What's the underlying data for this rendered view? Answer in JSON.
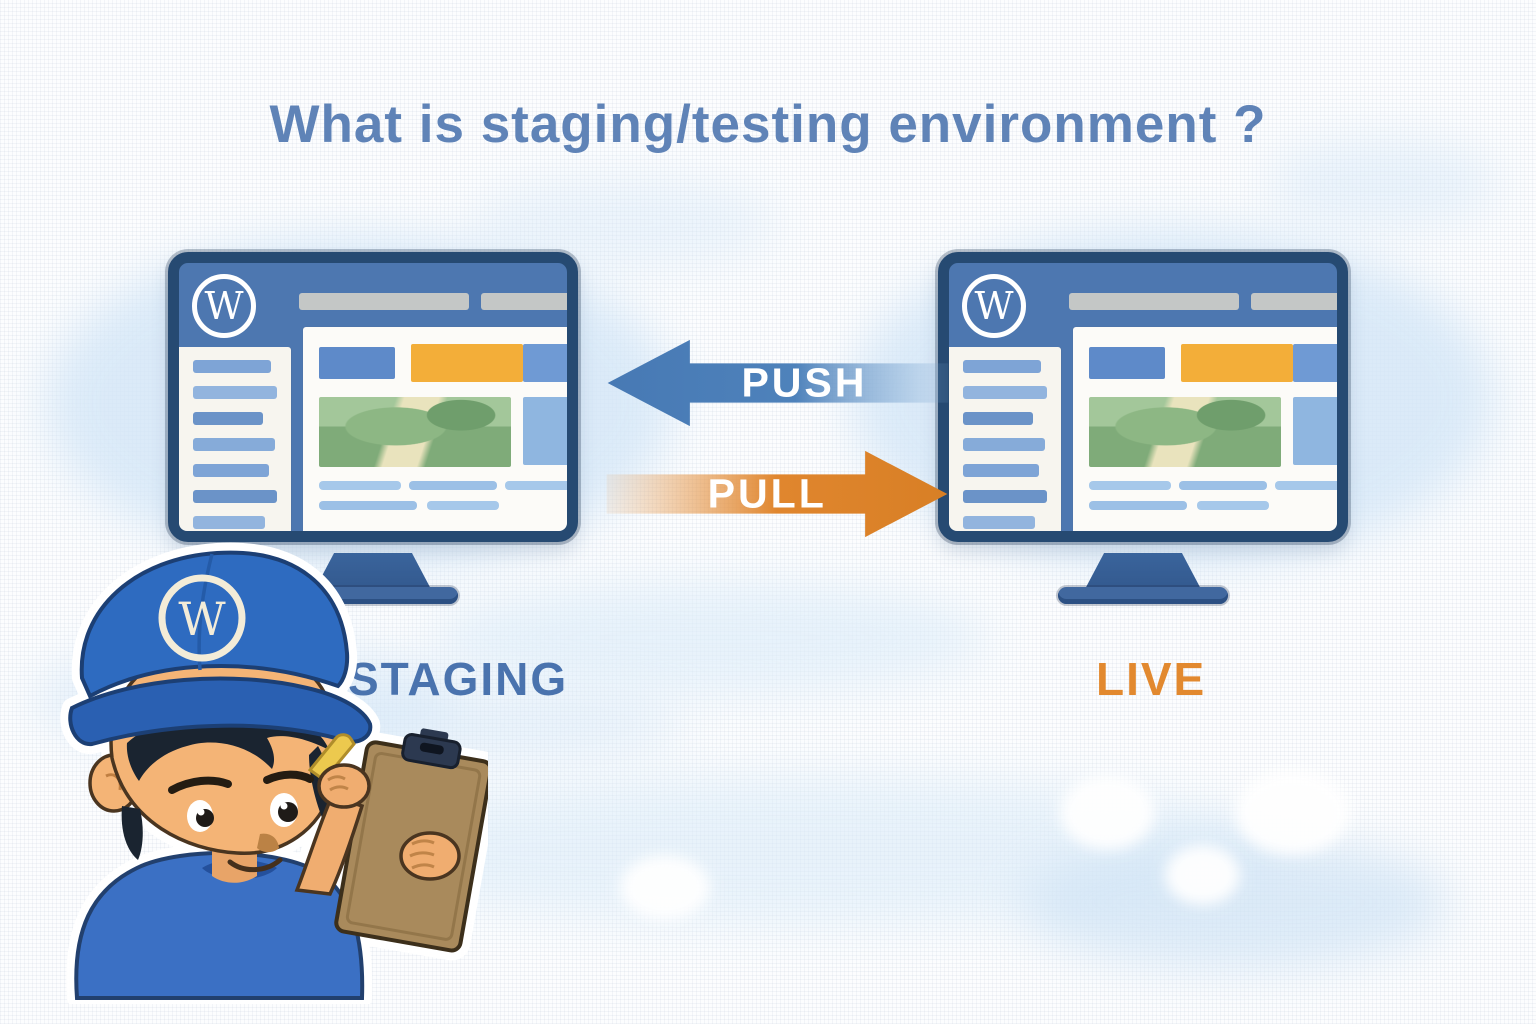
{
  "title": {
    "text": "What is staging/testing environment ?",
    "color": "#5f83b7"
  },
  "diagram": {
    "push_arrow": {
      "label": "PUSH",
      "color": "#4e80b8",
      "direction": "right-to-left"
    },
    "pull_arrow": {
      "label": "PULL",
      "color": "#e0862e",
      "direction": "left-to-right"
    },
    "staging": {
      "label": "STAGING",
      "label_color": "#4a73ae",
      "logo_letter": "W"
    },
    "live": {
      "label": "LIVE",
      "label_color": "#e2892f",
      "logo_letter": "W"
    }
  },
  "character": {
    "cap_logo_letter": "W"
  },
  "colors": {
    "screen_blue": "#4d77b0",
    "frame_navy": "#264a72",
    "banner_orange": "#f3ae39",
    "cloud_blue": "#d3e6f7",
    "title_blue": "#5f83b7"
  }
}
